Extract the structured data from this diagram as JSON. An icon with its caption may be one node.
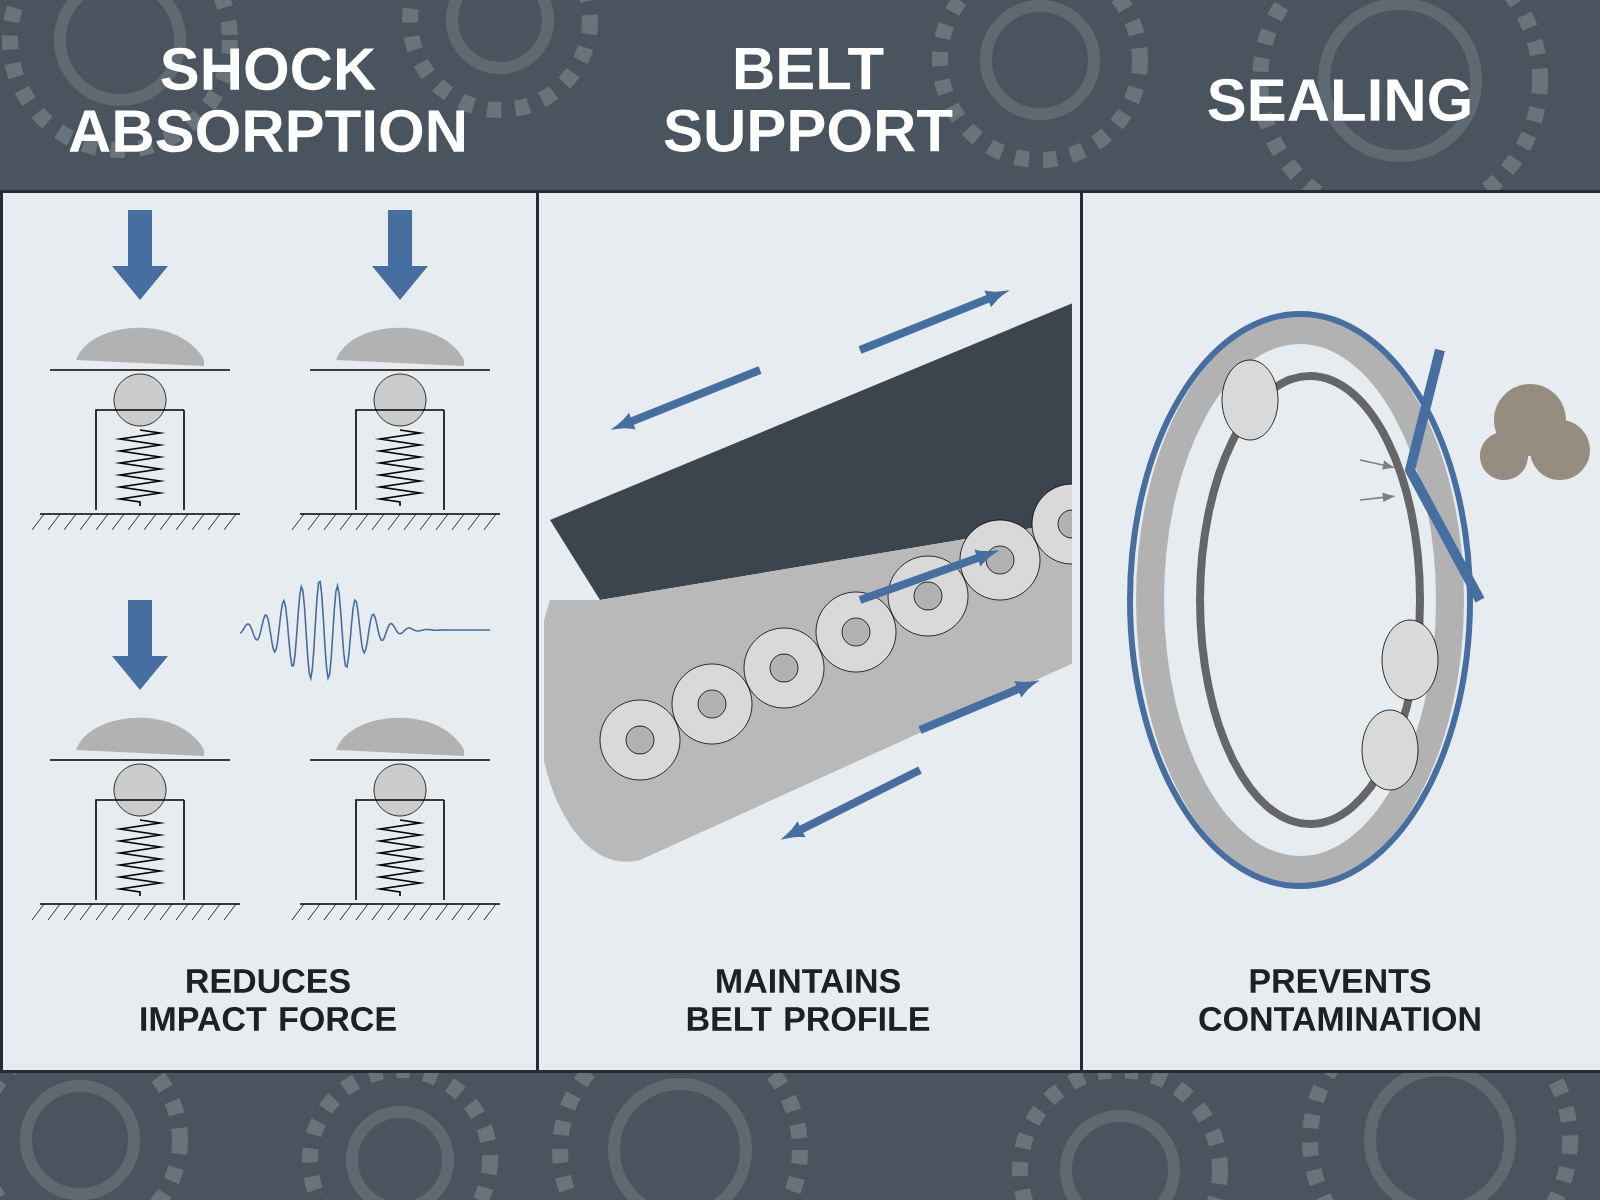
{
  "diagram": {
    "nodes": [
      {
        "text": [
          "SHOCK ABSORPTION",
          "REDUCES IMPACT FORCE"
        ]
      },
      {
        "text": [
          "BELT SUPPORT",
          "MAINTAINS BELT PROFILE"
        ]
      },
      {
        "text": [
          "SEALING",
          "PREVENTS CONTAMINATION"
        ]
      }
    ]
  }
}
